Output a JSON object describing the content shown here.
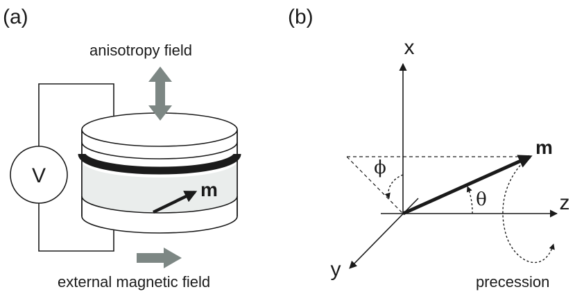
{
  "panels": {
    "a": {
      "label": "(a)",
      "anisotropy_label": "anisotropy field",
      "external_label": "external magnetic field",
      "voltage_label": "V",
      "moment_label": "m"
    },
    "b": {
      "label": "(b)",
      "axis_x": "x",
      "axis_y": "y",
      "axis_z": "z",
      "moment_label": "m",
      "phi": "ϕ",
      "theta": "θ",
      "precession_label": "precession"
    }
  },
  "colors": {
    "ink": "#1a1a1a",
    "arrow_gray": "#7d8784",
    "layer_fill": "#eaedec",
    "layer_dark": "#1b1b1b"
  }
}
